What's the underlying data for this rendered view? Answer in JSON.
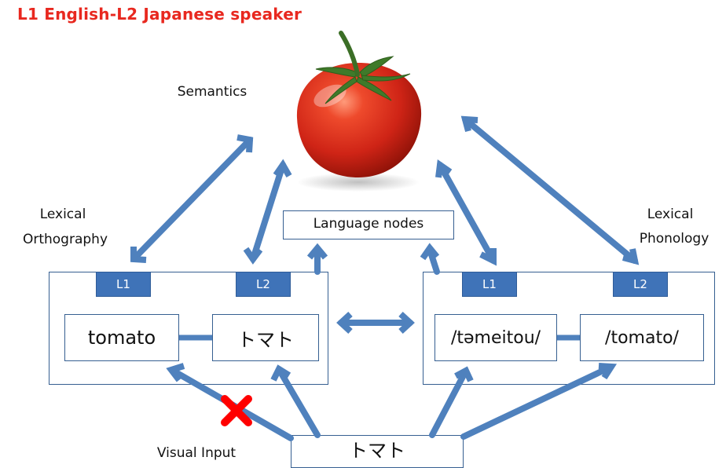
{
  "title": "L1 English-L2 Japanese speaker",
  "labels": {
    "semantics": "Semantics",
    "lex_orth_1": "Lexical",
    "lex_orth_2": "Orthography",
    "lex_phon_1": "Lexical",
    "lex_phon_2": "Phonology",
    "visual_input": "Visual Input"
  },
  "language_nodes": "Language nodes",
  "orthography": {
    "tag_l1": "L1",
    "tag_l2": "L2",
    "word_l1": "tomato",
    "word_l2": "トマト"
  },
  "phonology": {
    "tag_l1": "L1",
    "tag_l2": "L2",
    "word_l1": "/təmeitou/",
    "word_l2": "/tomato/"
  },
  "visual_input_word": "トマト",
  "colors": {
    "title": "#e8281f",
    "arrow": "#4f81bd",
    "tag": "#3f73b8",
    "cross": "#ff0000",
    "tomato": "#d42a1a"
  },
  "icons": [
    "tomato-image",
    "blocked-cross-icon"
  ]
}
